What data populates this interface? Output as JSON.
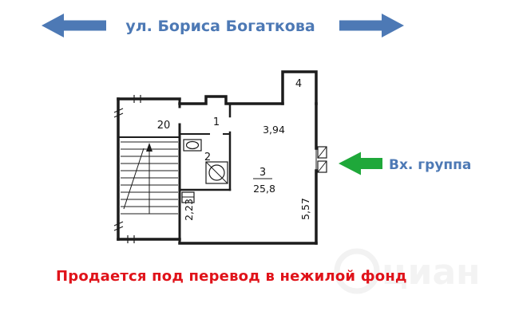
{
  "header": {
    "street_label": "ул. Бориса Богаткова"
  },
  "entrance": {
    "label": "Вх. группа"
  },
  "footer": {
    "note": "Продается под перевод в нежилой фонд"
  },
  "plan": {
    "room_numbers": {
      "hall": "1",
      "bath": "2",
      "main": "3",
      "balcony": "4",
      "stair_hall": "20"
    },
    "dimensions": {
      "width_top": "3,94",
      "area_main": "25,8",
      "depth_left": "2,23",
      "depth_right": "5,57"
    }
  },
  "watermark": {
    "label": "циан"
  },
  "colors": {
    "blue": "#4d79b5",
    "green": "#1fa83a",
    "red": "#e0131a"
  }
}
